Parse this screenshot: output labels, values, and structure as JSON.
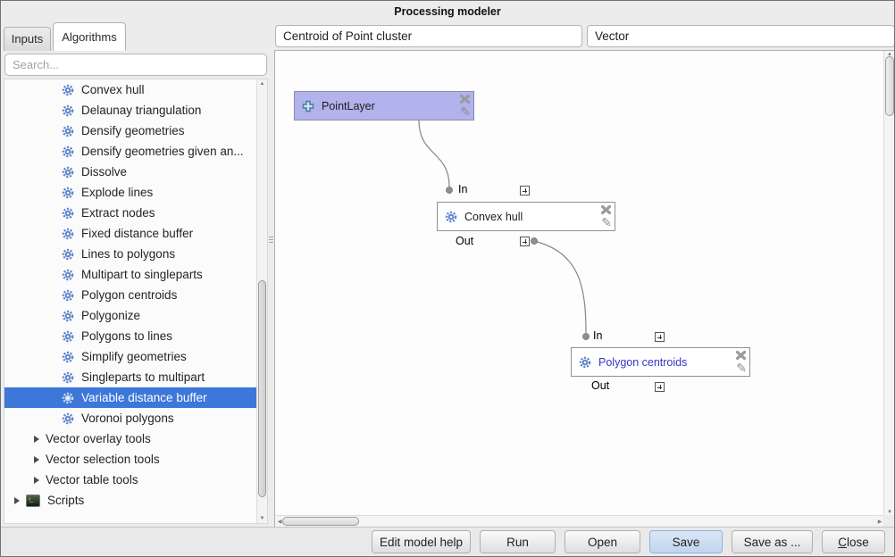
{
  "window": {
    "title": "Processing modeler"
  },
  "left_panel": {
    "tabs": [
      {
        "label": "Inputs"
      },
      {
        "label": "Algorithms"
      }
    ],
    "search_placeholder": "Search...",
    "algorithm_items": [
      {
        "label": "Convex hull"
      },
      {
        "label": "Delaunay triangulation"
      },
      {
        "label": "Densify geometries"
      },
      {
        "label": "Densify geometries given an..."
      },
      {
        "label": "Dissolve"
      },
      {
        "label": "Explode lines"
      },
      {
        "label": "Extract nodes"
      },
      {
        "label": "Fixed distance buffer"
      },
      {
        "label": "Lines to polygons"
      },
      {
        "label": "Multipart to singleparts"
      },
      {
        "label": "Polygon centroids"
      },
      {
        "label": "Polygonize"
      },
      {
        "label": "Polygons to lines"
      },
      {
        "label": "Simplify geometries"
      },
      {
        "label": "Singleparts to multipart"
      },
      {
        "label": "Variable distance buffer",
        "selected": true
      },
      {
        "label": "Voronoi polygons"
      }
    ],
    "group_items": [
      {
        "label": "Vector overlay tools"
      },
      {
        "label": "Vector selection tools"
      },
      {
        "label": "Vector table tools"
      }
    ],
    "scripts_label": "Scripts"
  },
  "model_header": {
    "model_name": "Centroid of Point cluster",
    "model_group": "Vector"
  },
  "canvas": {
    "nodes": {
      "input": {
        "label": "PointLayer"
      },
      "algo1": {
        "label": "Convex hull",
        "in_label": "In",
        "out_label": "Out"
      },
      "algo2": {
        "label": "Polygon centroids",
        "in_label": "In",
        "out_label": "Out"
      }
    }
  },
  "footer": {
    "buttons": [
      {
        "label": "Edit model help"
      },
      {
        "label": "Run"
      },
      {
        "label": "Open"
      },
      {
        "label": "Save"
      },
      {
        "label": "Save as ..."
      },
      {
        "label": "Close"
      }
    ]
  },
  "colors": {
    "selection_blue": "#3c77d9",
    "input_node_fill": "#b2b2ec",
    "save_button_tint": "#c0d5ef"
  }
}
